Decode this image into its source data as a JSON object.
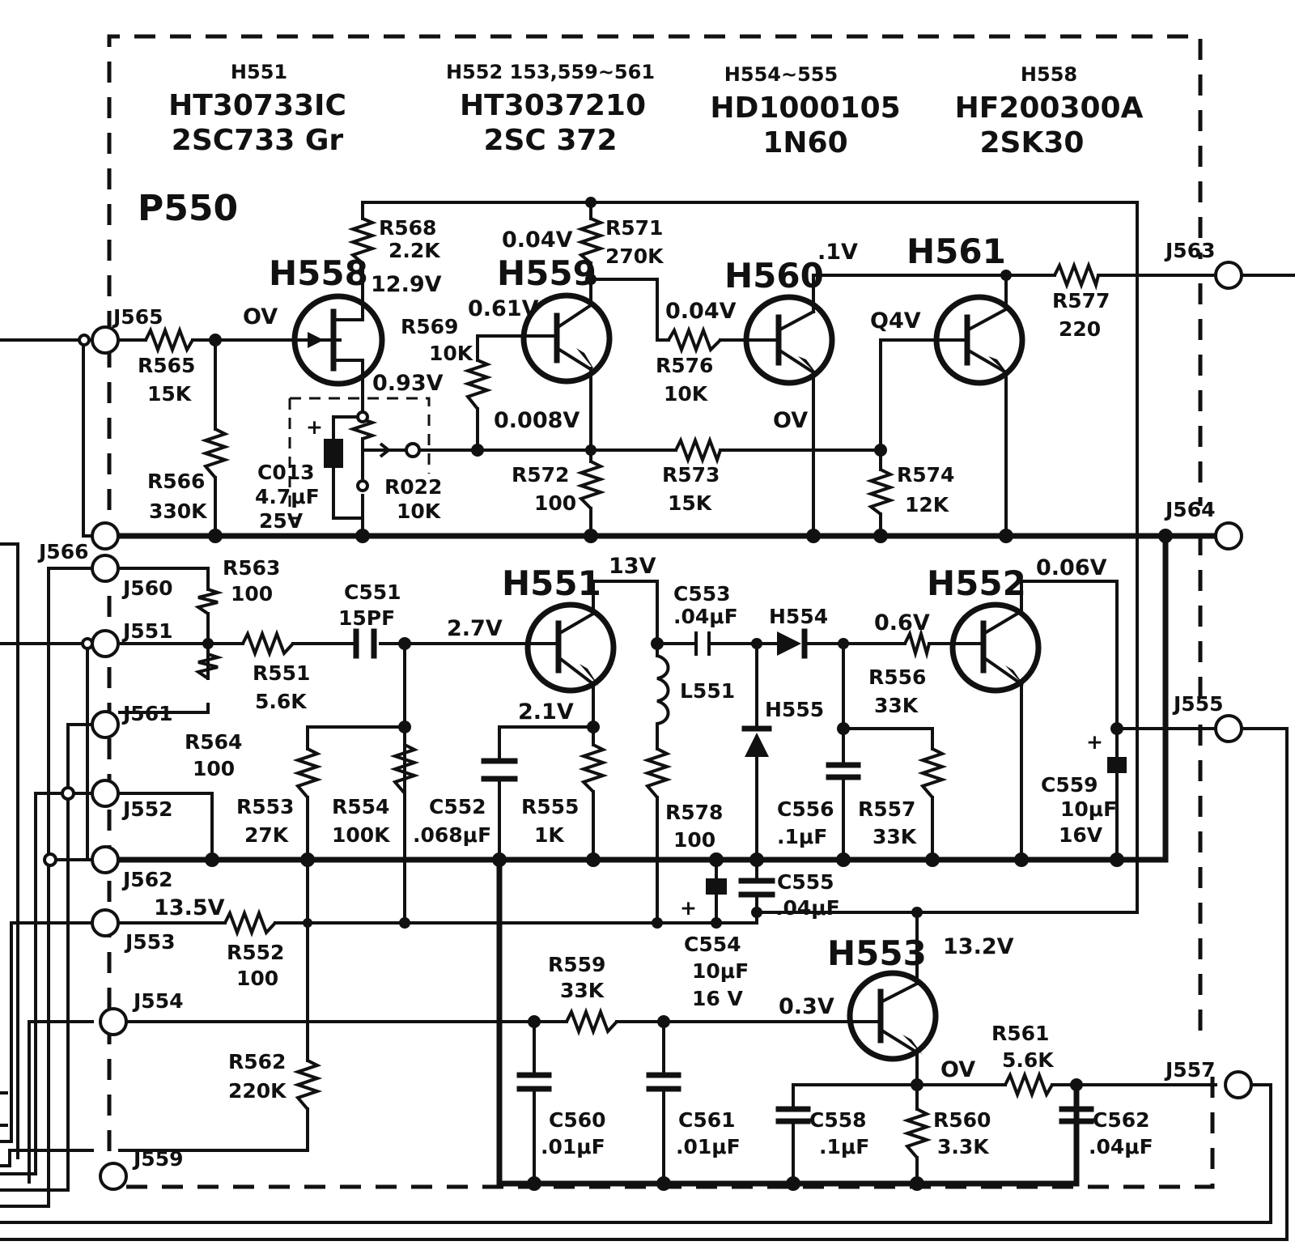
{
  "board": {
    "name": "P550"
  },
  "parts_table": [
    {
      "ref": "H551",
      "part": "HT30733IC",
      "type": "2SC733 Gr"
    },
    {
      "ref": "H552 153,559~561",
      "part": "HT3037210",
      "type": "2SC 372"
    },
    {
      "ref": "H554~555",
      "part": "HD1000105",
      "type": "1N60"
    },
    {
      "ref": "H558",
      "part": "HF200300A",
      "type": "2SK30"
    }
  ],
  "transistors": [
    {
      "ref": "H558"
    },
    {
      "ref": "H559"
    },
    {
      "ref": "H560"
    },
    {
      "ref": "H561"
    },
    {
      "ref": "H551"
    },
    {
      "ref": "H552"
    },
    {
      "ref": "H553"
    }
  ],
  "diodes": [
    {
      "ref": "H554"
    },
    {
      "ref": "H555"
    }
  ],
  "inductors": [
    {
      "ref": "L551"
    }
  ],
  "resistors": [
    {
      "ref": "R568",
      "value": "2.2K"
    },
    {
      "ref": "R571",
      "value": "270K"
    },
    {
      "ref": "R569",
      "value": "10K"
    },
    {
      "ref": "R565",
      "value": "15K"
    },
    {
      "ref": "R566",
      "value": "330K"
    },
    {
      "ref": "R576",
      "value": "10K"
    },
    {
      "ref": "R577",
      "value": "220"
    },
    {
      "ref": "R572",
      "value": "100"
    },
    {
      "ref": "R573",
      "value": "15K"
    },
    {
      "ref": "R574",
      "value": "12K"
    },
    {
      "ref": "R022",
      "value": "10K"
    },
    {
      "ref": "R563",
      "value": "100"
    },
    {
      "ref": "R551",
      "value": "5.6K"
    },
    {
      "ref": "R564",
      "value": "100"
    },
    {
      "ref": "R553",
      "value": "27K"
    },
    {
      "ref": "R554",
      "value": "100K"
    },
    {
      "ref": "R555",
      "value": "1K"
    },
    {
      "ref": "R578",
      "value": "100"
    },
    {
      "ref": "R556",
      "value": "33K"
    },
    {
      "ref": "R557",
      "value": "33K"
    },
    {
      "ref": "R552",
      "value": "100"
    },
    {
      "ref": "R559",
      "value": "33K"
    },
    {
      "ref": "R562",
      "value": "220K"
    },
    {
      "ref": "R561",
      "value": "5.6K"
    },
    {
      "ref": "R560",
      "value": "3.3K"
    }
  ],
  "capacitors": [
    {
      "ref": "C013",
      "value": "4.7μF",
      "rating": "25V"
    },
    {
      "ref": "C551",
      "value": "15PF"
    },
    {
      "ref": "C553",
      "value": ".04μF"
    },
    {
      "ref": "C552",
      "value": ".068μF"
    },
    {
      "ref": "C556",
      "value": ".1μF"
    },
    {
      "ref": "C559",
      "value": "10μF",
      "rating": "16V"
    },
    {
      "ref": "C555",
      "value": ".04μF"
    },
    {
      "ref": "C554",
      "value": "10μF",
      "rating": "16 V"
    },
    {
      "ref": "C560",
      "value": ".01μF"
    },
    {
      "ref": "C561",
      "value": ".01μF"
    },
    {
      "ref": "C558",
      "value": ".1μF"
    },
    {
      "ref": "C562",
      "value": ".04μF"
    }
  ],
  "connectors": [
    "J565",
    "J566",
    "J560",
    "J551",
    "J561",
    "J552",
    "J562",
    "J553",
    "J554",
    "J559",
    "J563",
    "J564",
    "J555",
    "J557"
  ],
  "voltages": {
    "h558_gate": "OV",
    "h558_drain": "12.9V",
    "h558_source": "0.93V",
    "h559_collector": "0.04V",
    "h559_base": "0.61V",
    "h559_emitter": "0.008V",
    "h560_base": "0.04V",
    "h560_emitter": "OV",
    "h560_collector": ".1V",
    "h561_base": "Q4V",
    "h551_collector": "13V",
    "h551_base": "2.7V",
    "h551_emitter": "2.1V",
    "h552_base": "0.6V",
    "h552_collector": "0.06V",
    "supply": "13.5V",
    "h553_collector": "13.2V",
    "h553_base": "0.3V",
    "h553_emitter": "OV"
  },
  "polarity_mark": "+"
}
